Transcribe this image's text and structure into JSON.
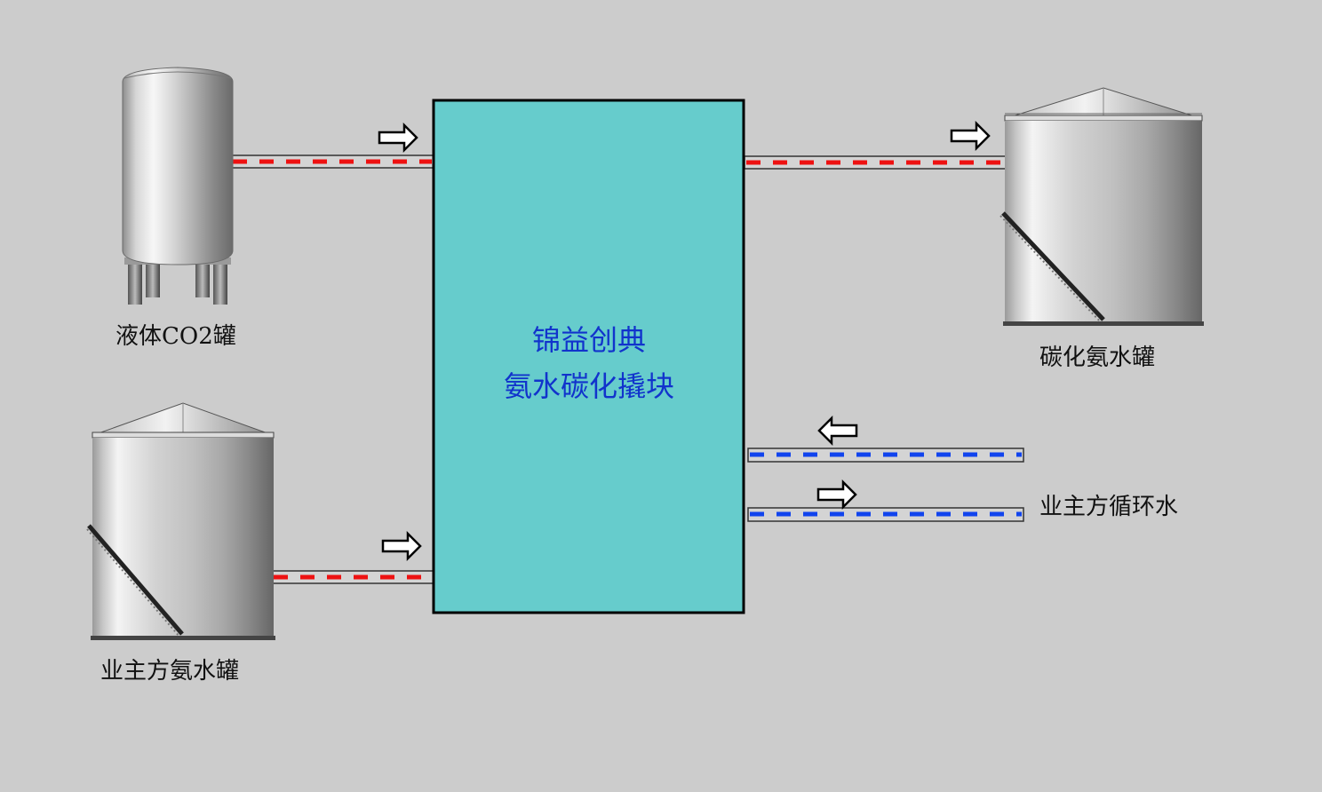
{
  "skid": {
    "line1": "锦益创典",
    "line2": "氨水碳化撬块",
    "fill": "#66cccc",
    "text_color": "#1133cc"
  },
  "labels": {
    "co2_tank": "液体CO2罐",
    "carbonized_tank": "碳化氨水罐",
    "owner_ammonia_tank": "业主方氨水罐",
    "cooling_water": "业主方循环水"
  },
  "colors": {
    "background": "#cccccc",
    "hot_flow": "#ee1111",
    "cold_flow": "#1144ee"
  }
}
